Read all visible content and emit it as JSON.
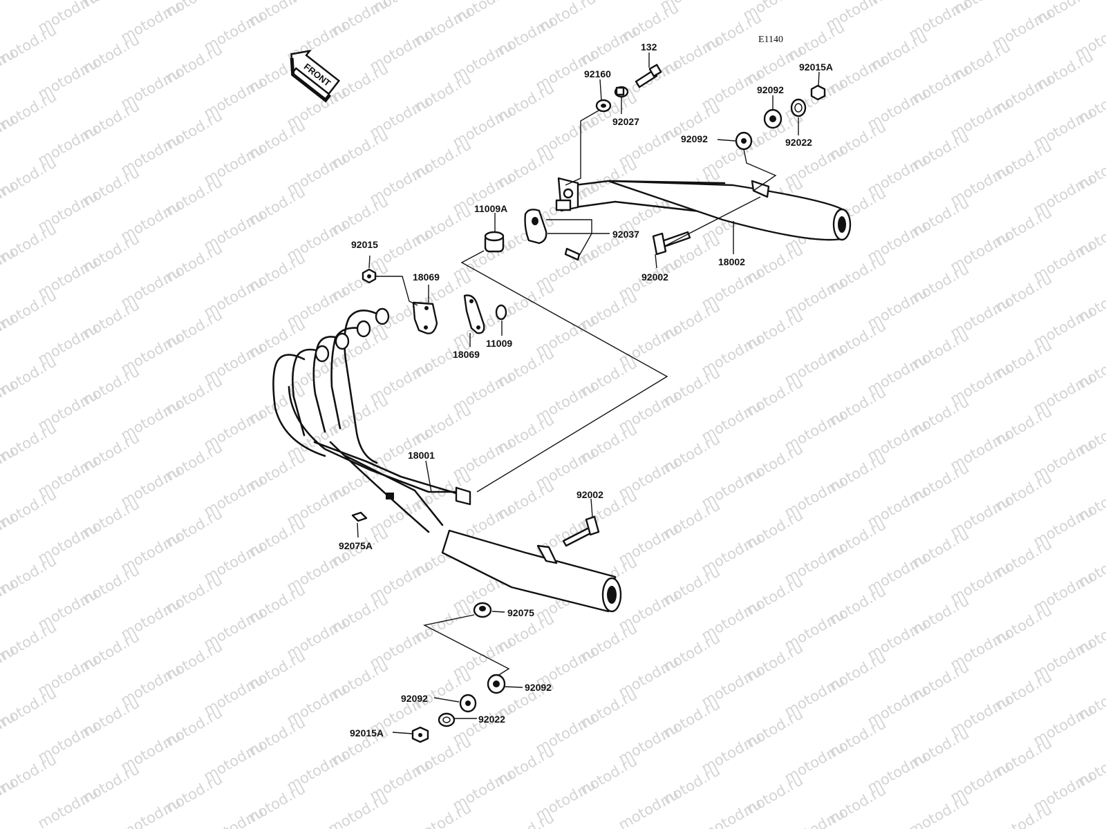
{
  "diagram_code": "E1140",
  "front_arrow_label": "FRONT",
  "watermark_text": "motod.ru",
  "parts": {
    "p132": "132",
    "p92160": "92160",
    "p92027": "92027",
    "p92015A_top": "92015A",
    "p92092_top_a": "92092",
    "p92092_top_b": "92092",
    "p92022_top": "92022",
    "p11009A": "11009A",
    "p92037": "92037",
    "p92002_top": "92002",
    "p18002": "18002",
    "p92015": "92015",
    "p18069_top": "18069",
    "p18069_bottom": "18069",
    "p11009": "11009",
    "p18001": "18001",
    "p92002_bottom": "92002",
    "p92075A": "92075A",
    "p92075": "92075",
    "p92092_bottom_a": "92092",
    "p92092_bottom_b": "92092",
    "p92022_bottom": "92022",
    "p92015A_bottom": "92015A"
  },
  "colors": {
    "line": "#111111",
    "watermark": "#d4d4d4",
    "background": "#ffffff"
  }
}
